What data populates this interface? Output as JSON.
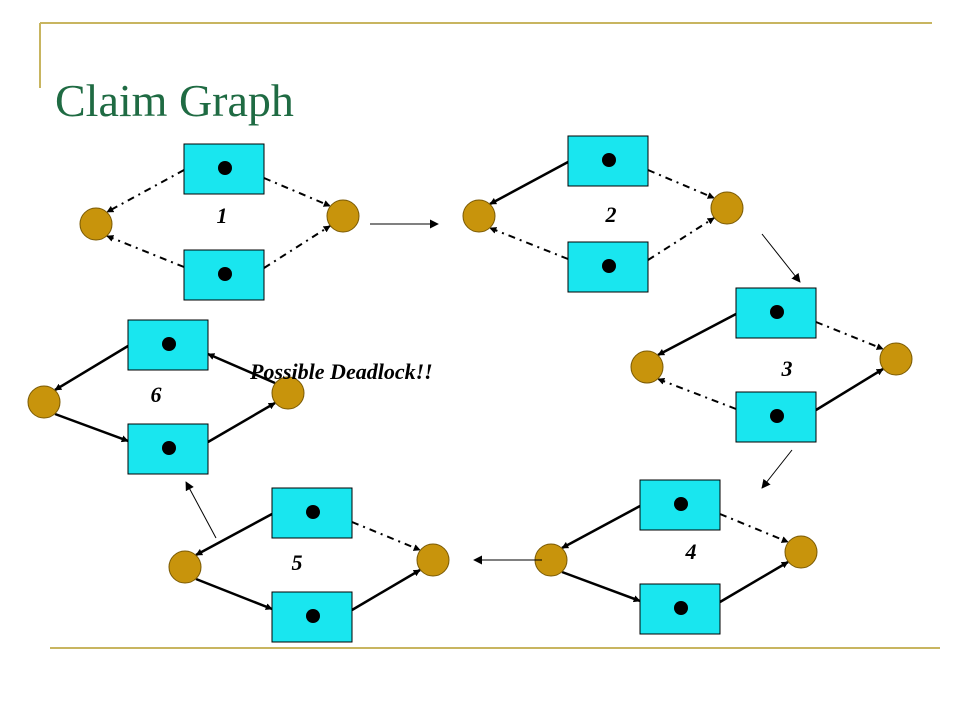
{
  "slide": {
    "title": "Claim Graph"
  },
  "annotation": "Possible Deadlock!!",
  "diagram": {
    "graphs": [
      {
        "id": "g1",
        "label": "1",
        "edges": [
          "claim-in",
          "claim-in",
          "claim-in",
          "claim-in"
        ]
      },
      {
        "id": "g2",
        "label": "2",
        "edges": [
          "assigned",
          "claim-in",
          "claim-in",
          "claim-in"
        ]
      },
      {
        "id": "g3",
        "label": "3",
        "edges": [
          "assigned",
          "claim-in",
          "claim-in",
          "assigned"
        ]
      },
      {
        "id": "g4",
        "label": "4",
        "edges": [
          "assigned",
          "request",
          "claim-in",
          "assigned"
        ]
      },
      {
        "id": "g5",
        "label": "5",
        "edges": [
          "assigned",
          "request",
          "claim-in",
          "assigned"
        ]
      },
      {
        "id": "g6",
        "label": "6",
        "edges": [
          "assigned",
          "request",
          "request",
          "assigned"
        ]
      }
    ],
    "sequence": [
      "1",
      "2",
      "3",
      "4",
      "5",
      "6"
    ]
  },
  "colors": {
    "title": "#1f6b43",
    "rule": "#c8b560",
    "resource_fill": "#19e6ef",
    "process_fill": "#c8940c",
    "edge": "#000000"
  }
}
